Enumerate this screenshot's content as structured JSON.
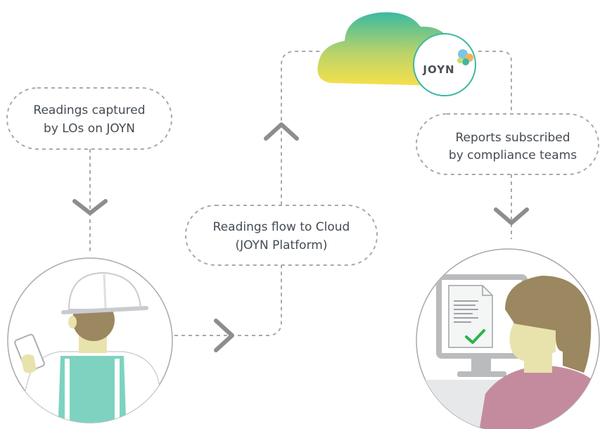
{
  "steps": {
    "capture": {
      "line1": "Readings captured",
      "line2": "by LOs on JOYN"
    },
    "flow": {
      "line1": "Readings flow to Cloud",
      "line2": "(JOYN Platform)"
    },
    "reports": {
      "line1": "Reports subscribed",
      "line2": "by compliance teams"
    }
  },
  "cloud": {
    "brand": "JOYN"
  },
  "colors": {
    "dash": "#a7a9ac",
    "chevron": "#8b8d8f",
    "cloud_top": "#3bb9a1",
    "cloud_bottom": "#f4e04d",
    "teal": "#7dd3c0",
    "skin": "#e8e3ad",
    "hair": "#9b8760",
    "shirt": "#c48b9e",
    "check": "#2bb34b"
  }
}
